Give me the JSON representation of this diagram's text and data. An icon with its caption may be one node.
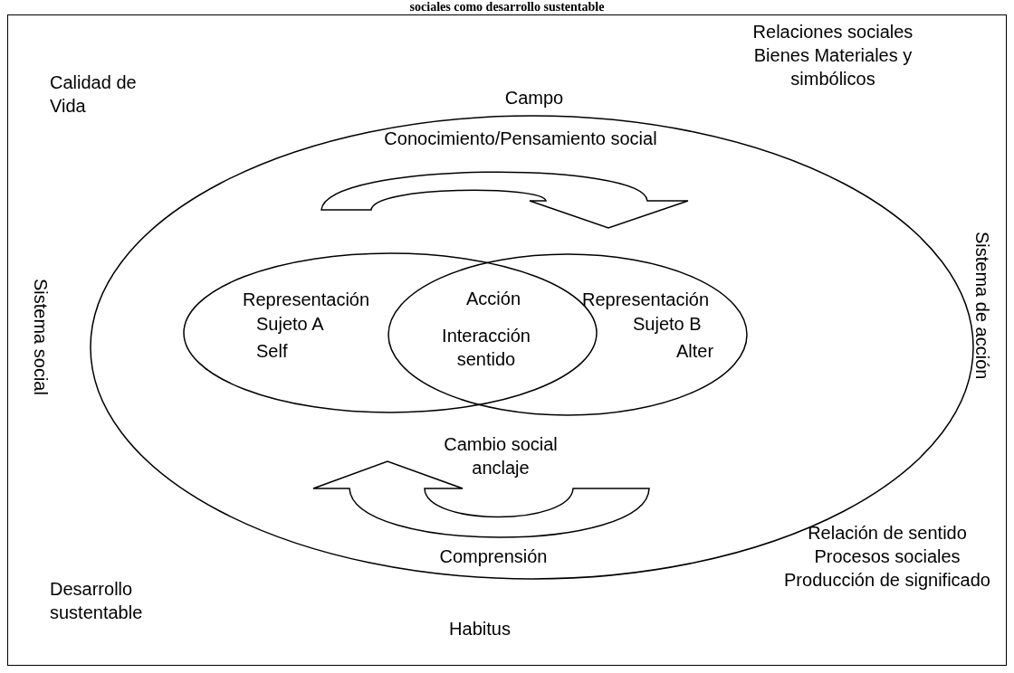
{
  "diagram": {
    "title": "sociales como desarrollo sustentable",
    "nodes": [
      {
        "text": [
          "Conocimiento/Pensamiento social",
          "Cambio social anclaje",
          "Comprensión"
        ]
      },
      {
        "text": [
          "Representación",
          "Sujeto A",
          "Self"
        ],
        "in": 0
      },
      {
        "text": [
          "Representación",
          "Sujeto B",
          "Alter"
        ],
        "in": 0
      }
    ],
    "labels": [
      "Calidad de Vida",
      "Campo",
      "Relaciones sociales Bienes Materiales y simbólicos",
      "Sistema social",
      "Acción",
      "Interacción sentido",
      "Sistema de acción",
      "Relación de sentido Procesos sociales Producción de significado",
      "Desarrollo sustentable",
      "Habitus"
    ]
  }
}
